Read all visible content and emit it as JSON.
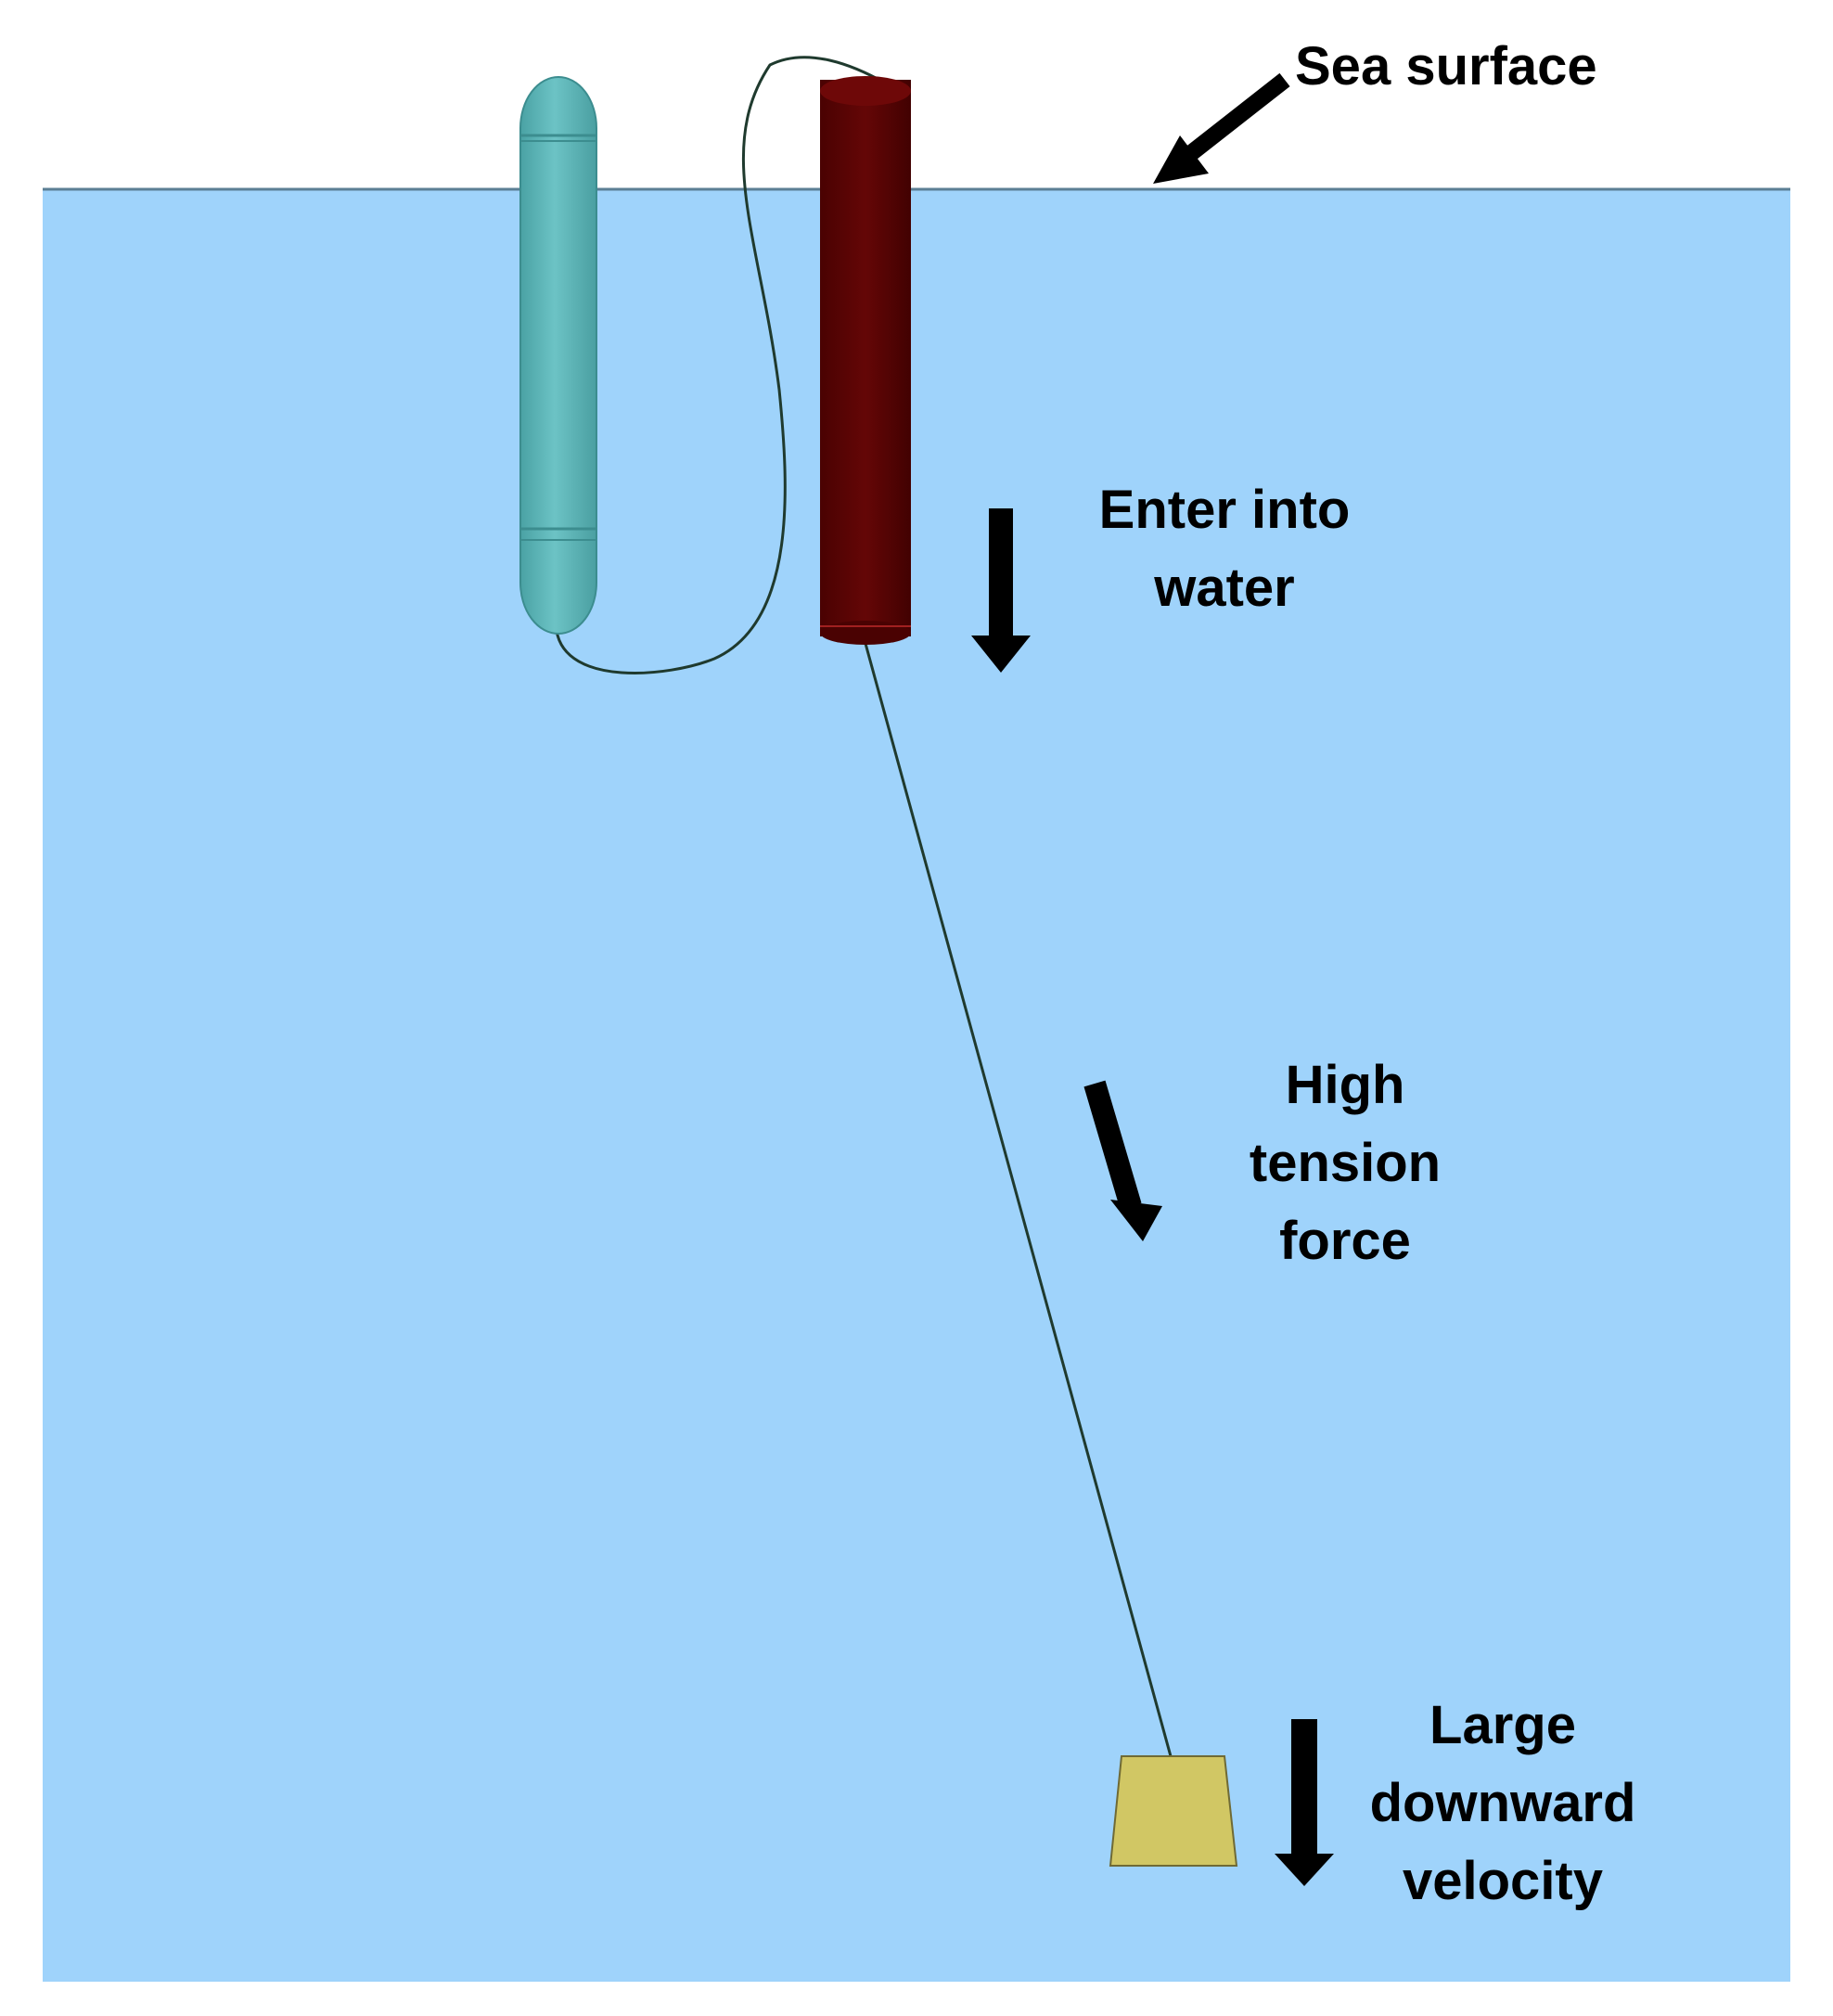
{
  "colors": {
    "water": "#9fd3fb",
    "sea_surface_line": "#5b7f95",
    "float_buoy": "#63b9bb",
    "main_buoy": "#5a0303",
    "anchor_weight": "#d1c764",
    "cable": "#1f3a2e",
    "arrow": "#000000"
  },
  "labels": {
    "sea_surface": "Sea surface",
    "enter_water": [
      "Enter into",
      "water"
    ],
    "high_tension": [
      "High",
      "tension",
      "force"
    ],
    "large_velocity": [
      "Large",
      "downward",
      "velocity"
    ]
  }
}
